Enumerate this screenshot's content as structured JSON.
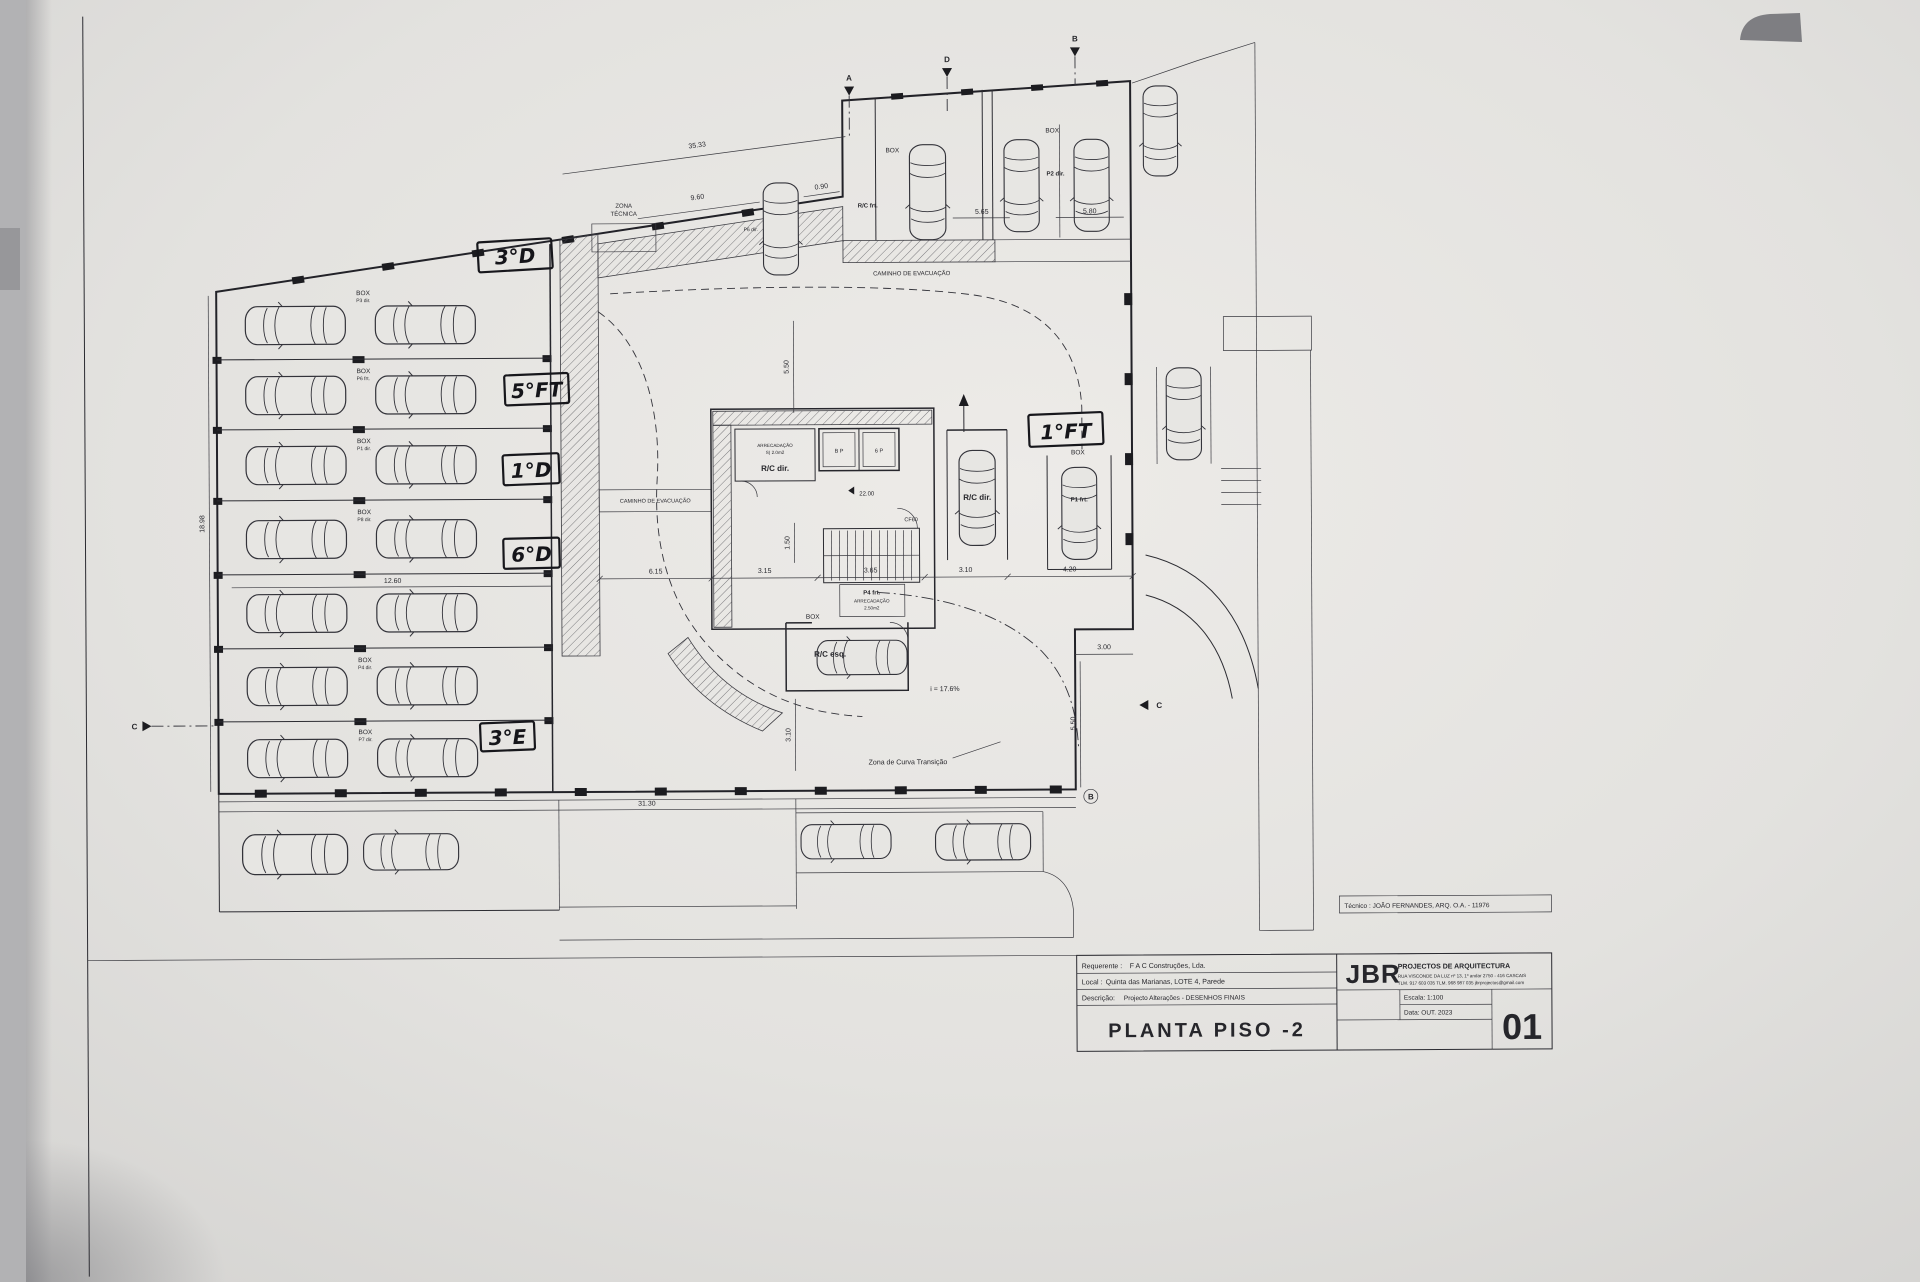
{
  "sheet": {
    "drawing_title": "PLANTA PISO -2",
    "sheet_number": "01"
  },
  "plan": {
    "handwritten": [
      "3°D",
      "5°FT",
      "1°D",
      "6°D",
      "3°E",
      "1°FT"
    ],
    "left_rows": [
      {
        "box": "BOX",
        "code": "P3 dir."
      },
      {
        "box": "BOX",
        "code": "P6 frt."
      },
      {
        "box": "BOX",
        "code": "P1 dir."
      },
      {
        "box": "BOX",
        "code": "P8 dir."
      },
      {
        "box": "",
        "code": ""
      },
      {
        "box": "BOX",
        "code": "P4 dir."
      },
      {
        "box": "BOX",
        "code": "P7 dir."
      }
    ],
    "labels": {
      "zona_tecnica_1": "ZONA",
      "zona_tecnica_2": "TÉCNICA",
      "caminho_evacuacao_top": "CAMINHO  DE  EVACUAÇÃO",
      "caminho_evacuacao_mid": "CAMINHO  DE  EVACUAÇÃO",
      "box_top1": "BOX",
      "rc_frt": "R/C frt.",
      "box_top2": "BOX",
      "p2_dir": "P2 dir.",
      "p6_dir": "P6 dir.",
      "arrecadacao1_line1": "ARRECADAÇÃO",
      "arrecadacao1_line2": "S) 2.0m2",
      "rc_dir_core": "R/C dir.",
      "elev_left": "B P",
      "elev_right": "6 P",
      "level": "22.00",
      "cf60": "CF60",
      "p4_frt": "P4 frt.",
      "arrecadacao2_line1": "ARRECADAÇÃO",
      "arrecadacao2_line2": "2.50m2",
      "rc_dir_stall": "R/C dir.",
      "box_right": "BOX",
      "p1_frt": "P1 frt.",
      "box_esq": "BOX",
      "rc_esq": "R/C esq.",
      "slope": "i = 17.6%",
      "zona_curva": "Zona de Curva Transição"
    },
    "dimensions": {
      "top_overall": "35.33",
      "top_inner": "9.60",
      "top_small": "0.90",
      "top_right_a": "5.65",
      "top_right_b": "5.80",
      "left_vertical": "18.98",
      "left_width": "12.60",
      "bottom_overall": "31.30",
      "mid_a": "6.15",
      "mid_b": "3.15",
      "mid_c": "3.65",
      "mid_d": "3.10",
      "mid_e": "4.20",
      "right_a": "3.00",
      "right_b": "5.50",
      "center_v1": "5.50",
      "center_v2": "1.50",
      "center_v3": "3.10"
    },
    "sections": {
      "top_a": "A",
      "top_d": "D",
      "top_b": "B",
      "left_c": "C",
      "right_c": "C",
      "bottom_b": "B"
    }
  },
  "title_block": {
    "tecnico": "Técnico : JOÃO FERNANDES, ARQ.   O.A. - 11976",
    "firm_initials": "JBR",
    "firm_name": "PROJECTOS DE ARQUITECTURA",
    "firm_address_line1": "RUA VISCONDE DA LUZ nº 13, 1º andar  2750 - 416 CASCAIS",
    "firm_address_line2": "TLM. 917 603 035   TLM. 968 987 035   jbrprojectos@gmail.com",
    "requerente_label": "Requerente :",
    "requerente_value": "F A C Construções, Lda.",
    "local_label": "Local :",
    "local_value": "Quinta das Marianas, LOTE 4, Parede",
    "descricao_label": "Descrição:",
    "descricao_value": "Projecto Alterações - DESENHOS FINAIS",
    "escala": "Escala: 1:100",
    "data": "Data: OUT. 2023",
    "drawing_title": "PLANTA PISO -2",
    "sheet_number": "01"
  }
}
